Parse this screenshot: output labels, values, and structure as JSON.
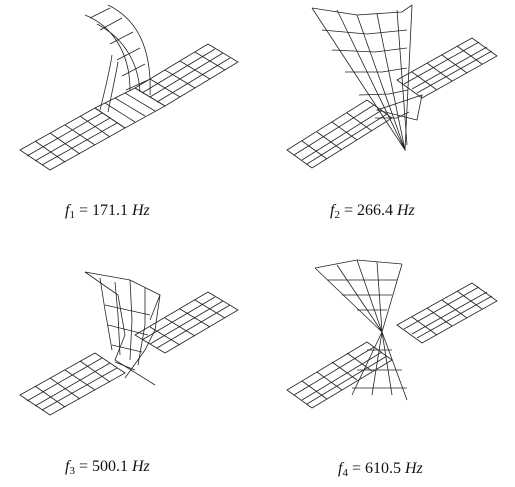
{
  "figure": {
    "panels": [
      {
        "id": "mode-1",
        "symbol": "f",
        "subscript": "1",
        "equals": "=",
        "value": "171.1",
        "unit": "Hz"
      },
      {
        "id": "mode-2",
        "symbol": "f",
        "subscript": "2",
        "equals": "=",
        "value": "266.4",
        "unit": "Hz"
      },
      {
        "id": "mode-3",
        "symbol": "f",
        "subscript": "3",
        "equals": "=",
        "value": "500.1",
        "unit": "Hz"
      },
      {
        "id": "mode-4",
        "symbol": "f",
        "subscript": "4",
        "equals": "=",
        "value": "610.5",
        "unit": "Hz"
      }
    ]
  }
}
